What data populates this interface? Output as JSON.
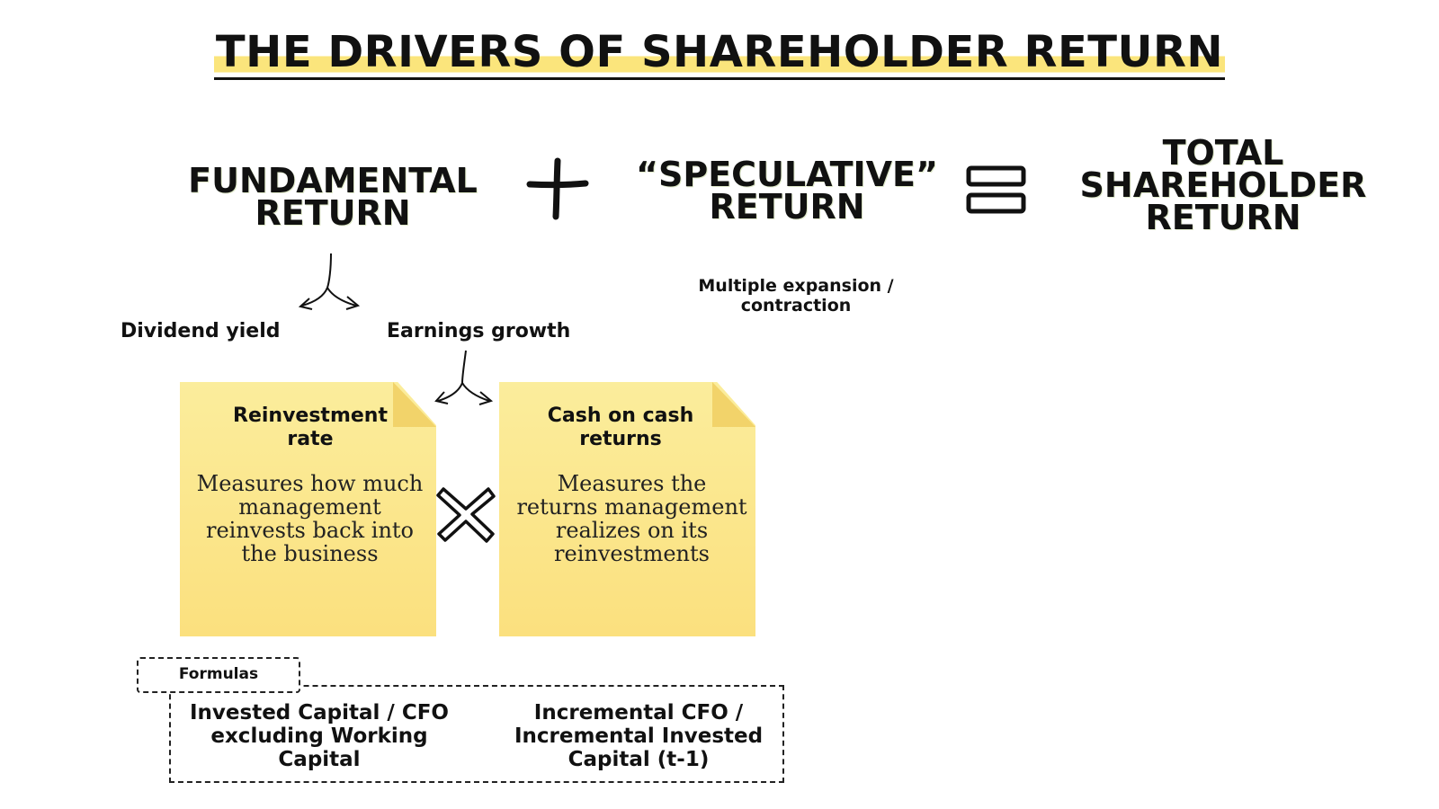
{
  "title": "THE DRIVERS OF SHAREHOLDER RETURN",
  "equation": {
    "fundamental": {
      "line1": "FUNDAMENTAL",
      "line2": "RETURN"
    },
    "speculative": {
      "line1": "“SPECULATIVE”",
      "line2": "RETURN"
    },
    "total": {
      "line1": "TOTAL",
      "line2": "SHAREHOLDER",
      "line3": "RETURN"
    },
    "plus_icon": "plus-icon",
    "equals_icon": "equals-icon"
  },
  "branches": {
    "dividend_yield": "Dividend yield",
    "earnings_growth": "Earnings growth",
    "multiple": {
      "line1": "Multiple expansion /",
      "line2": "contraction"
    }
  },
  "notes": [
    {
      "title_line1": "Reinvestment",
      "title_line2": "rate",
      "body": [
        "Measures how much",
        "management",
        "reinvests back into",
        "the business"
      ]
    },
    {
      "title_line1": "Cash on cash",
      "title_line2": "returns",
      "body": [
        "Measures the",
        "returns management",
        "realizes on its",
        "reinvestments"
      ]
    }
  ],
  "multiply_icon": "multiply-icon",
  "formulas": {
    "tab_label": "Formulas",
    "left": [
      "Invested Capital / CFO",
      "excluding Working",
      "Capital"
    ],
    "right": [
      "Incremental CFO /",
      "Incremental Invested",
      "Capital (t-1)"
    ]
  },
  "colors": {
    "sticky_note": "#fbe591",
    "highlight": "#fbe57c",
    "ink": "#111111"
  }
}
